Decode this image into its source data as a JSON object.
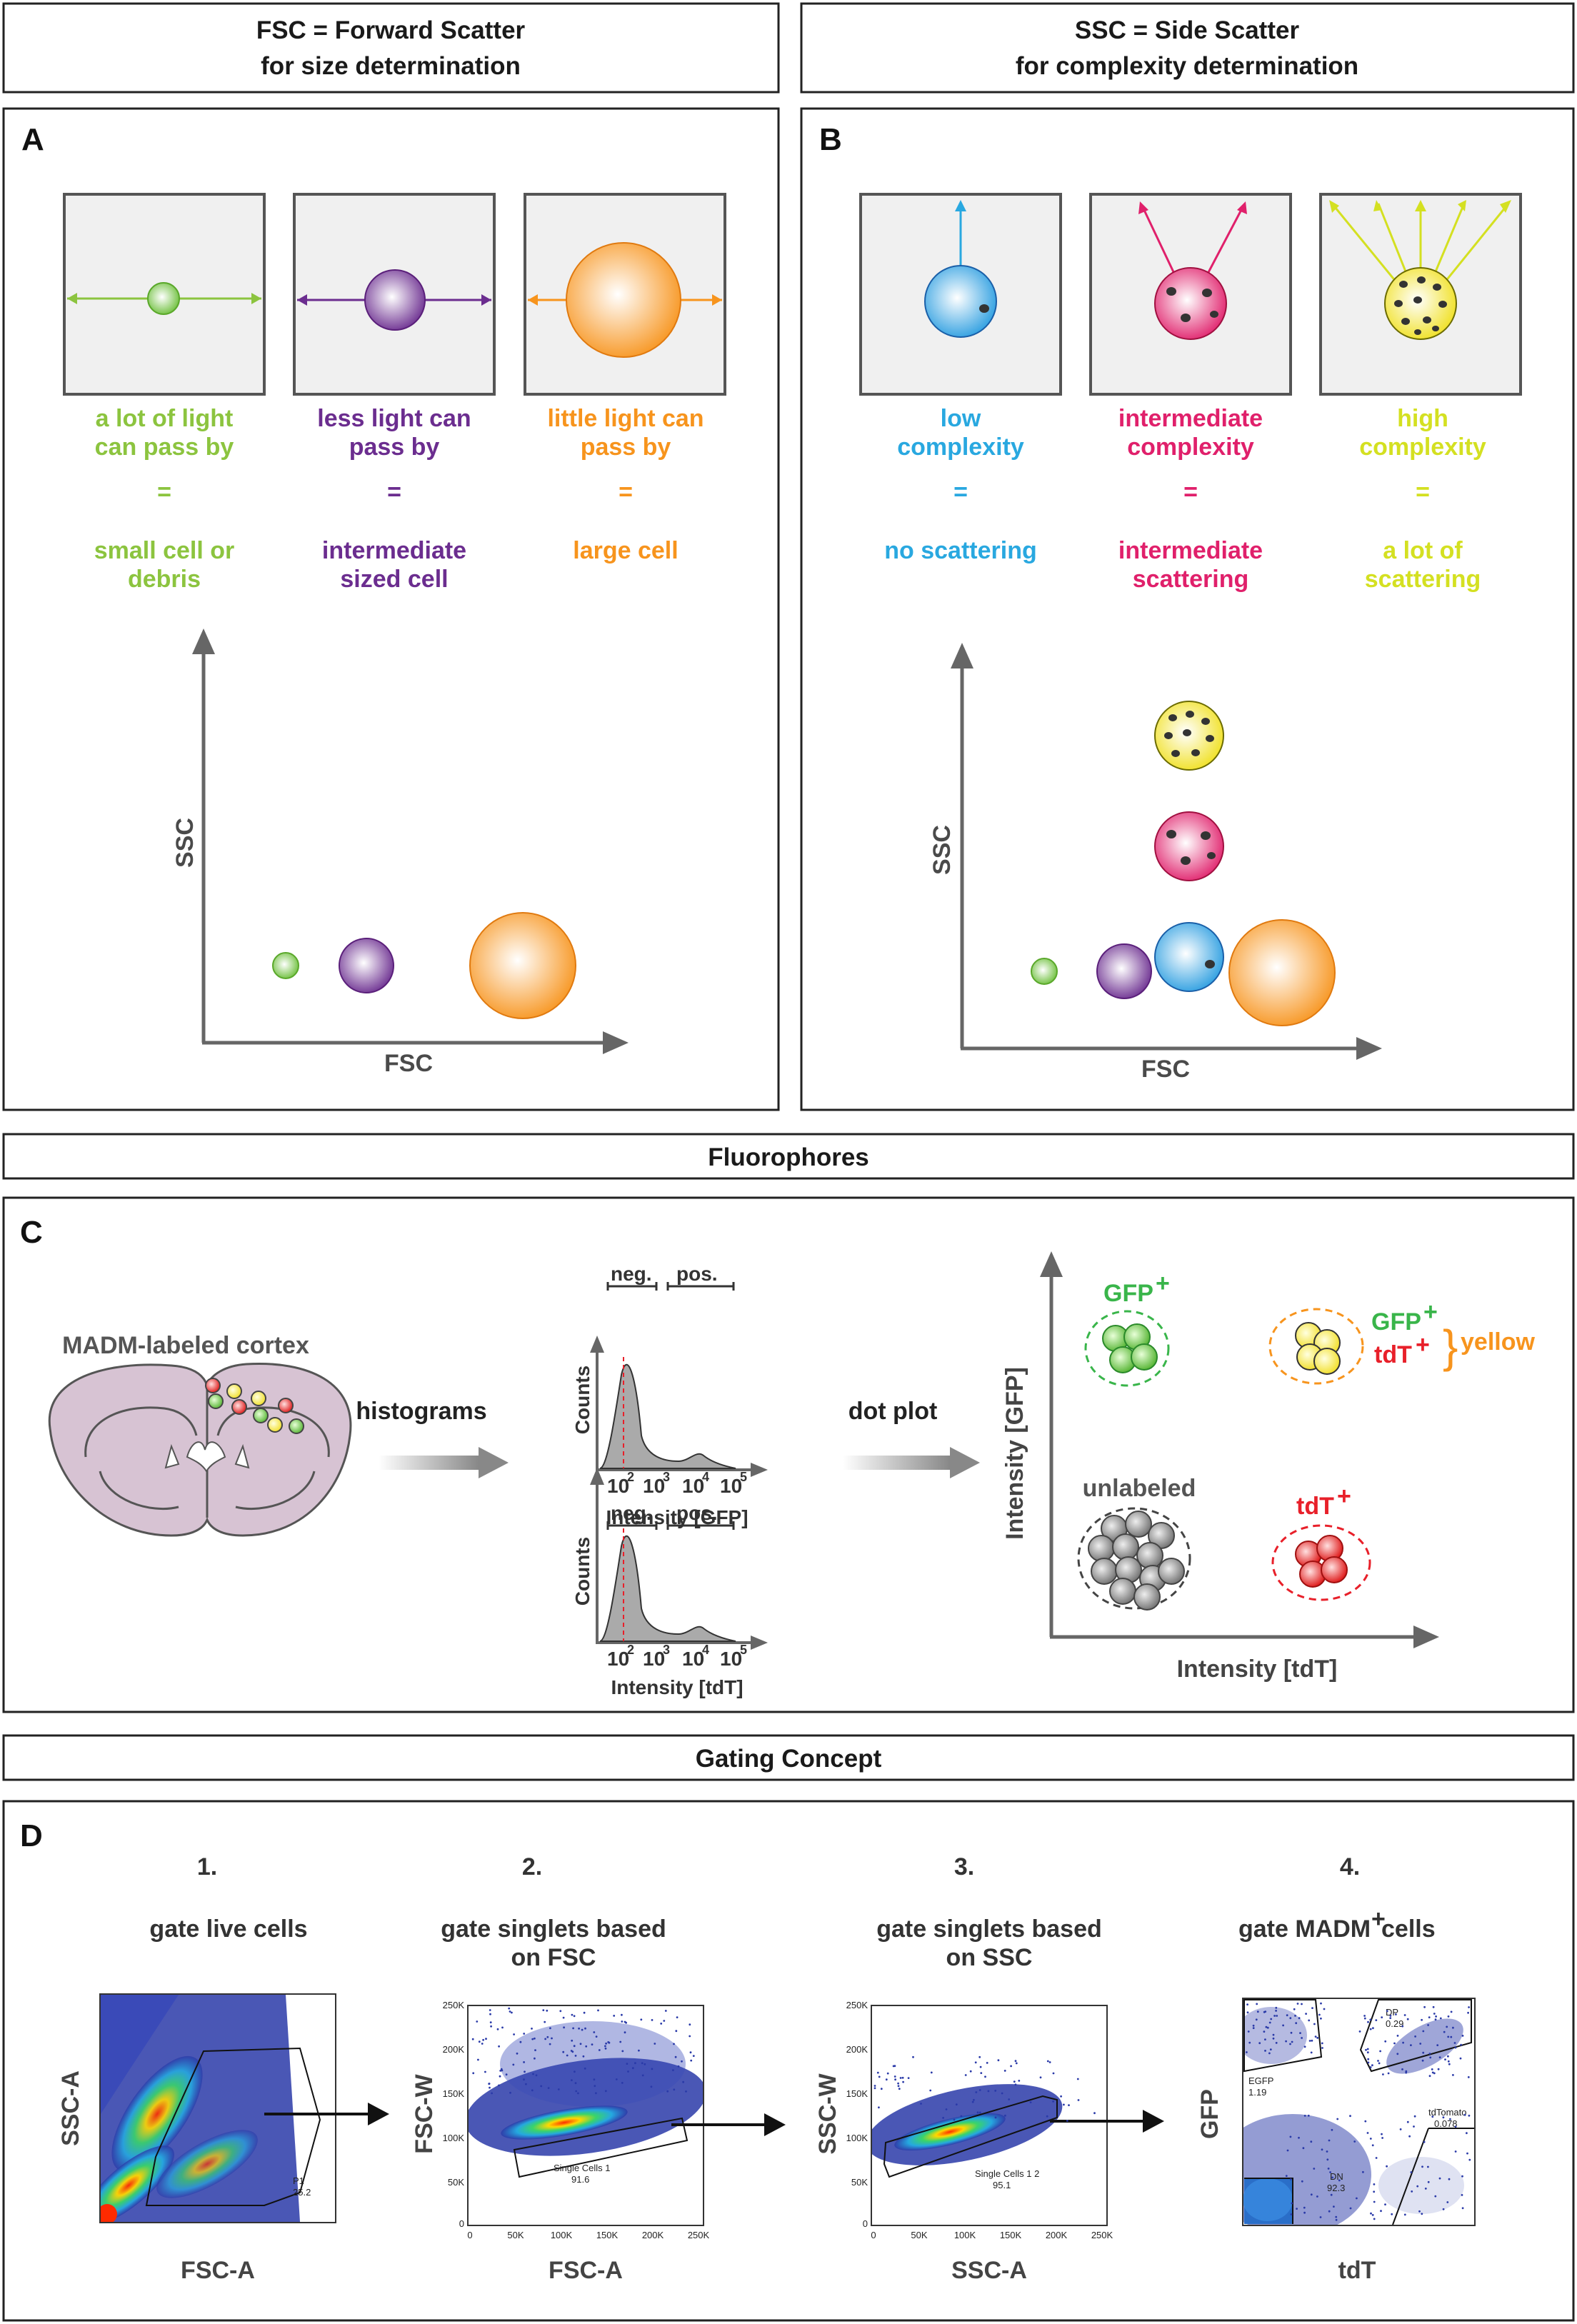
{
  "headers": {
    "fsc_line1": "FSC = Forward Scatter",
    "fsc_line2": "for size determination",
    "ssc_line1": "SSC = Side Scatter",
    "ssc_line2": "for complexity determination",
    "fluorophores": "Fluorophores",
    "gating": "Gating Concept"
  },
  "panel_letters": {
    "a": "A",
    "b": "B",
    "c": "C",
    "d": "D"
  },
  "panel_a": {
    "cards": [
      {
        "line1": "a lot of light",
        "line2": "can pass by",
        "eq": "=",
        "res1": "small cell or",
        "res2": "debris",
        "color": "#8cc43f"
      },
      {
        "line1": "less light can",
        "line2": "pass by",
        "eq": "=",
        "res1": "intermediate",
        "res2": "sized cell",
        "color": "#6b2d8f"
      },
      {
        "line1": "little light can",
        "line2": "pass by",
        "eq": "=",
        "res1": "large cell",
        "res2": "",
        "color": "#f7941d"
      }
    ],
    "x_axis": "FSC",
    "y_axis": "SSC"
  },
  "panel_b": {
    "cards": [
      {
        "line1": "low",
        "line2": "complexity",
        "eq": "=",
        "res1": "no scattering",
        "res2": "",
        "color": "#29a8e0"
      },
      {
        "line1": "intermediate",
        "line2": "complexity",
        "eq": "=",
        "res1": "intermediate",
        "res2": "scattering",
        "color": "#e0206b"
      },
      {
        "line1": "high",
        "line2": "complexity",
        "eq": "=",
        "res1": "a lot of",
        "res2": "scattering",
        "color": "#d4e021"
      }
    ],
    "x_axis": "FSC",
    "y_axis": "SSC"
  },
  "panel_c": {
    "cortex_label": "MADM-labeled cortex",
    "histograms_label": "histograms",
    "dotplot_label": "dot plot",
    "hist_counts": "Counts",
    "hist_neg": "neg.",
    "hist_pos": "pos.",
    "hist1_xlabel": "Intensity [GFP]",
    "hist2_xlabel": "Intensity [tdT]",
    "tick_base": "10",
    "tick_exps": [
      "2",
      "3",
      "4",
      "5"
    ],
    "dot_ylabel": "Intensity [GFP]",
    "dot_xlabel": "Intensity [tdT]",
    "gfp_label": "GFP",
    "tdt_label": "tdT",
    "plus": "+",
    "yellow_label": "yellow",
    "unlabeled_label": "unlabeled",
    "colors": {
      "green": "#39b54a",
      "red": "#e8202a",
      "orange": "#f7941d",
      "gray": "#555555"
    }
  },
  "panel_d": {
    "steps": [
      {
        "num": "1.",
        "title1": "gate live cells",
        "title2": "",
        "xlabel": "FSC-A",
        "ylabel": "SSC-A",
        "gate_name": "P1",
        "gate_value": "25.2"
      },
      {
        "num": "2.",
        "title1": "gate singlets based",
        "title2": "on FSC",
        "xlabel": "FSC-A",
        "ylabel": "FSC-W",
        "gate_name": "Single Cells 1",
        "gate_value": "91.6"
      },
      {
        "num": "3.",
        "title1": "gate singlets based",
        "title2": "on SSC",
        "xlabel": "SSC-A",
        "ylabel": "SSC-W",
        "gate_name": "Single Cells 1 2",
        "gate_value": "95.1"
      },
      {
        "num": "4.",
        "title1": "gate MADM",
        "title2": "",
        "title_sup": "+",
        "title_end": " cells",
        "xlabel": "tdT",
        "ylabel": "GFP"
      }
    ],
    "y_ticks_k": [
      "250K",
      "200K",
      "150K",
      "100K",
      "50K",
      "0"
    ],
    "x_ticks_k": [
      "0",
      "50K",
      "100K",
      "150K",
      "200K",
      "250K"
    ],
    "madm_gates": [
      {
        "name": "DP",
        "value": "0.29"
      },
      {
        "name": "EGFP",
        "value": "1.19"
      },
      {
        "name": "tdTomato",
        "value": "0.078"
      },
      {
        "name": "DN",
        "value": "92.3"
      }
    ]
  }
}
